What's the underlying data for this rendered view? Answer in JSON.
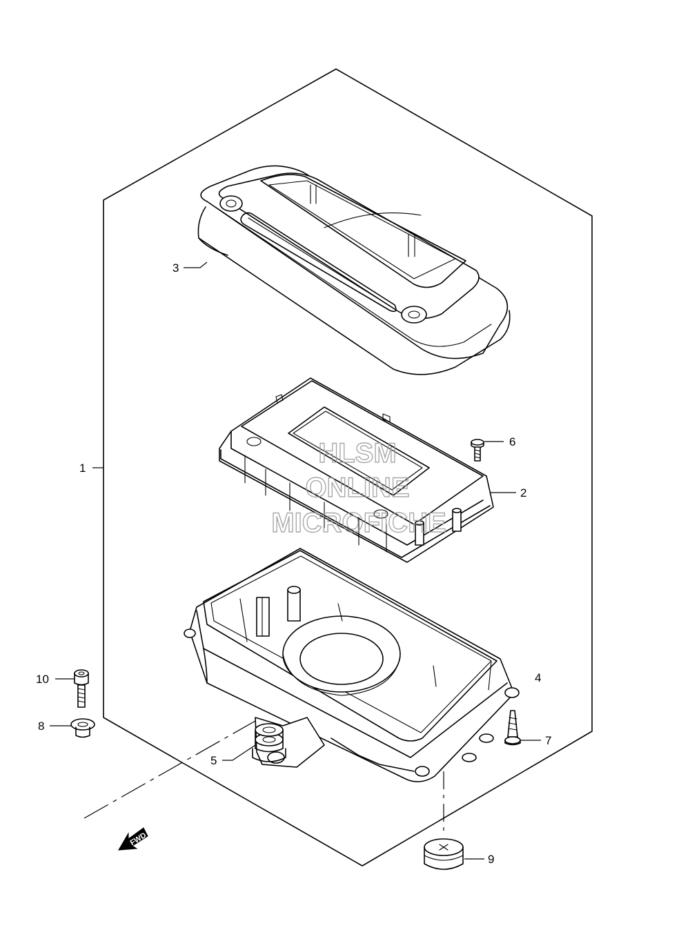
{
  "callouts": {
    "c1": "1",
    "c2": "2",
    "c3": "3",
    "c4": "4",
    "c5": "5",
    "c6": "6",
    "c7": "7",
    "c8": "8",
    "c9": "9",
    "c10": "10"
  },
  "watermark": {
    "line1": "HLSM",
    "line2": "ONLINE",
    "line3": "MICROFICHE"
  },
  "fwd_label": "FWD"
}
